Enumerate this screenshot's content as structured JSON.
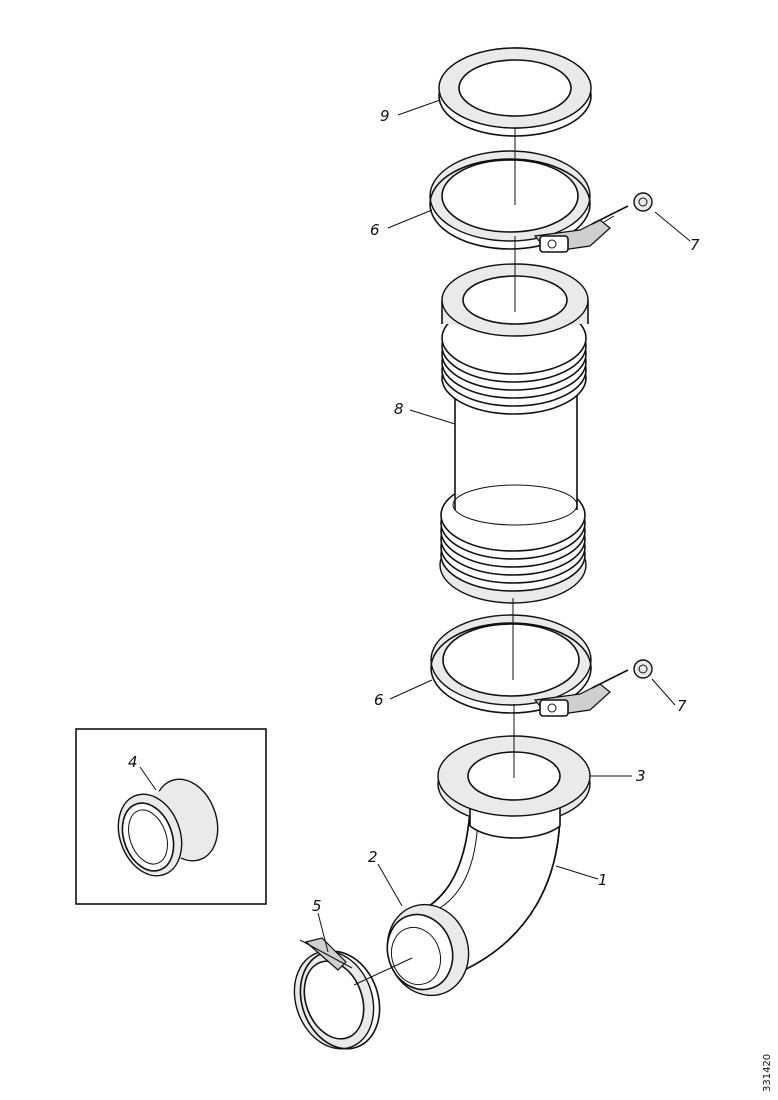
{
  "callouts": {
    "c1": "1",
    "c2": "2",
    "c3": "3",
    "c4": "4",
    "c5": "5",
    "c6_upper": "6",
    "c6_lower": "6",
    "c7_upper": "7",
    "c7_lower": "7",
    "c8": "8",
    "c9": "9"
  },
  "doc_id": "331420"
}
